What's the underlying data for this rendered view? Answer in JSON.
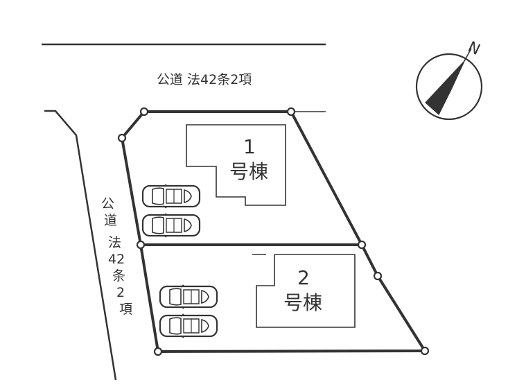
{
  "roads": {
    "top_label": "公道 法42条2項",
    "left_label_lines": [
      "公",
      "道",
      "",
      "法",
      "42",
      "条",
      "2",
      "項"
    ]
  },
  "buildings": [
    {
      "number": "1",
      "name": "号棟"
    },
    {
      "number": "2",
      "name": "号棟"
    }
  ],
  "compass": {
    "north_label": "N",
    "icon": "north-arrow-icon"
  },
  "parking": {
    "icon": "car-icon",
    "spaces_per_lot": 2
  },
  "colors": {
    "line": "#333333",
    "background": "#ffffff"
  }
}
